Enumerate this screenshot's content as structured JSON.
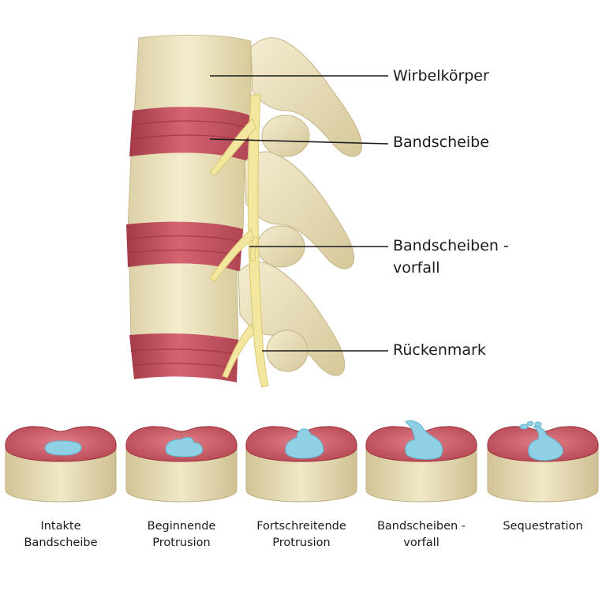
{
  "labels": {
    "vertebra": "Wirbelkörper",
    "disc": "Bandscheibe",
    "prolapse_line1": "Bandscheiben -",
    "prolapse_line2": "vorfall",
    "spinal_cord": "Rückenmark"
  },
  "stages": [
    {
      "line1": "Intakte",
      "line2": "Bandscheibe",
      "bulge": 0
    },
    {
      "line1": "Beginnende",
      "line2": "Protrusion",
      "bulge": 1
    },
    {
      "line1": "Fortschreitende",
      "line2": "Protrusion",
      "bulge": 2
    },
    {
      "line1": "Bandscheiben -",
      "line2": "vorfall",
      "bulge": 3
    },
    {
      "line1": "Sequestration",
      "line2": "",
      "bulge": 4
    }
  ],
  "colors": {
    "bone": "#ede4c0",
    "bone_dark": "#cdbf92",
    "disc": "#c8545e",
    "disc_dark": "#9d3340",
    "nerve": "#f3e7a0",
    "nucleus": "#8fd0e4",
    "leader_line": "#1a1a1a"
  }
}
